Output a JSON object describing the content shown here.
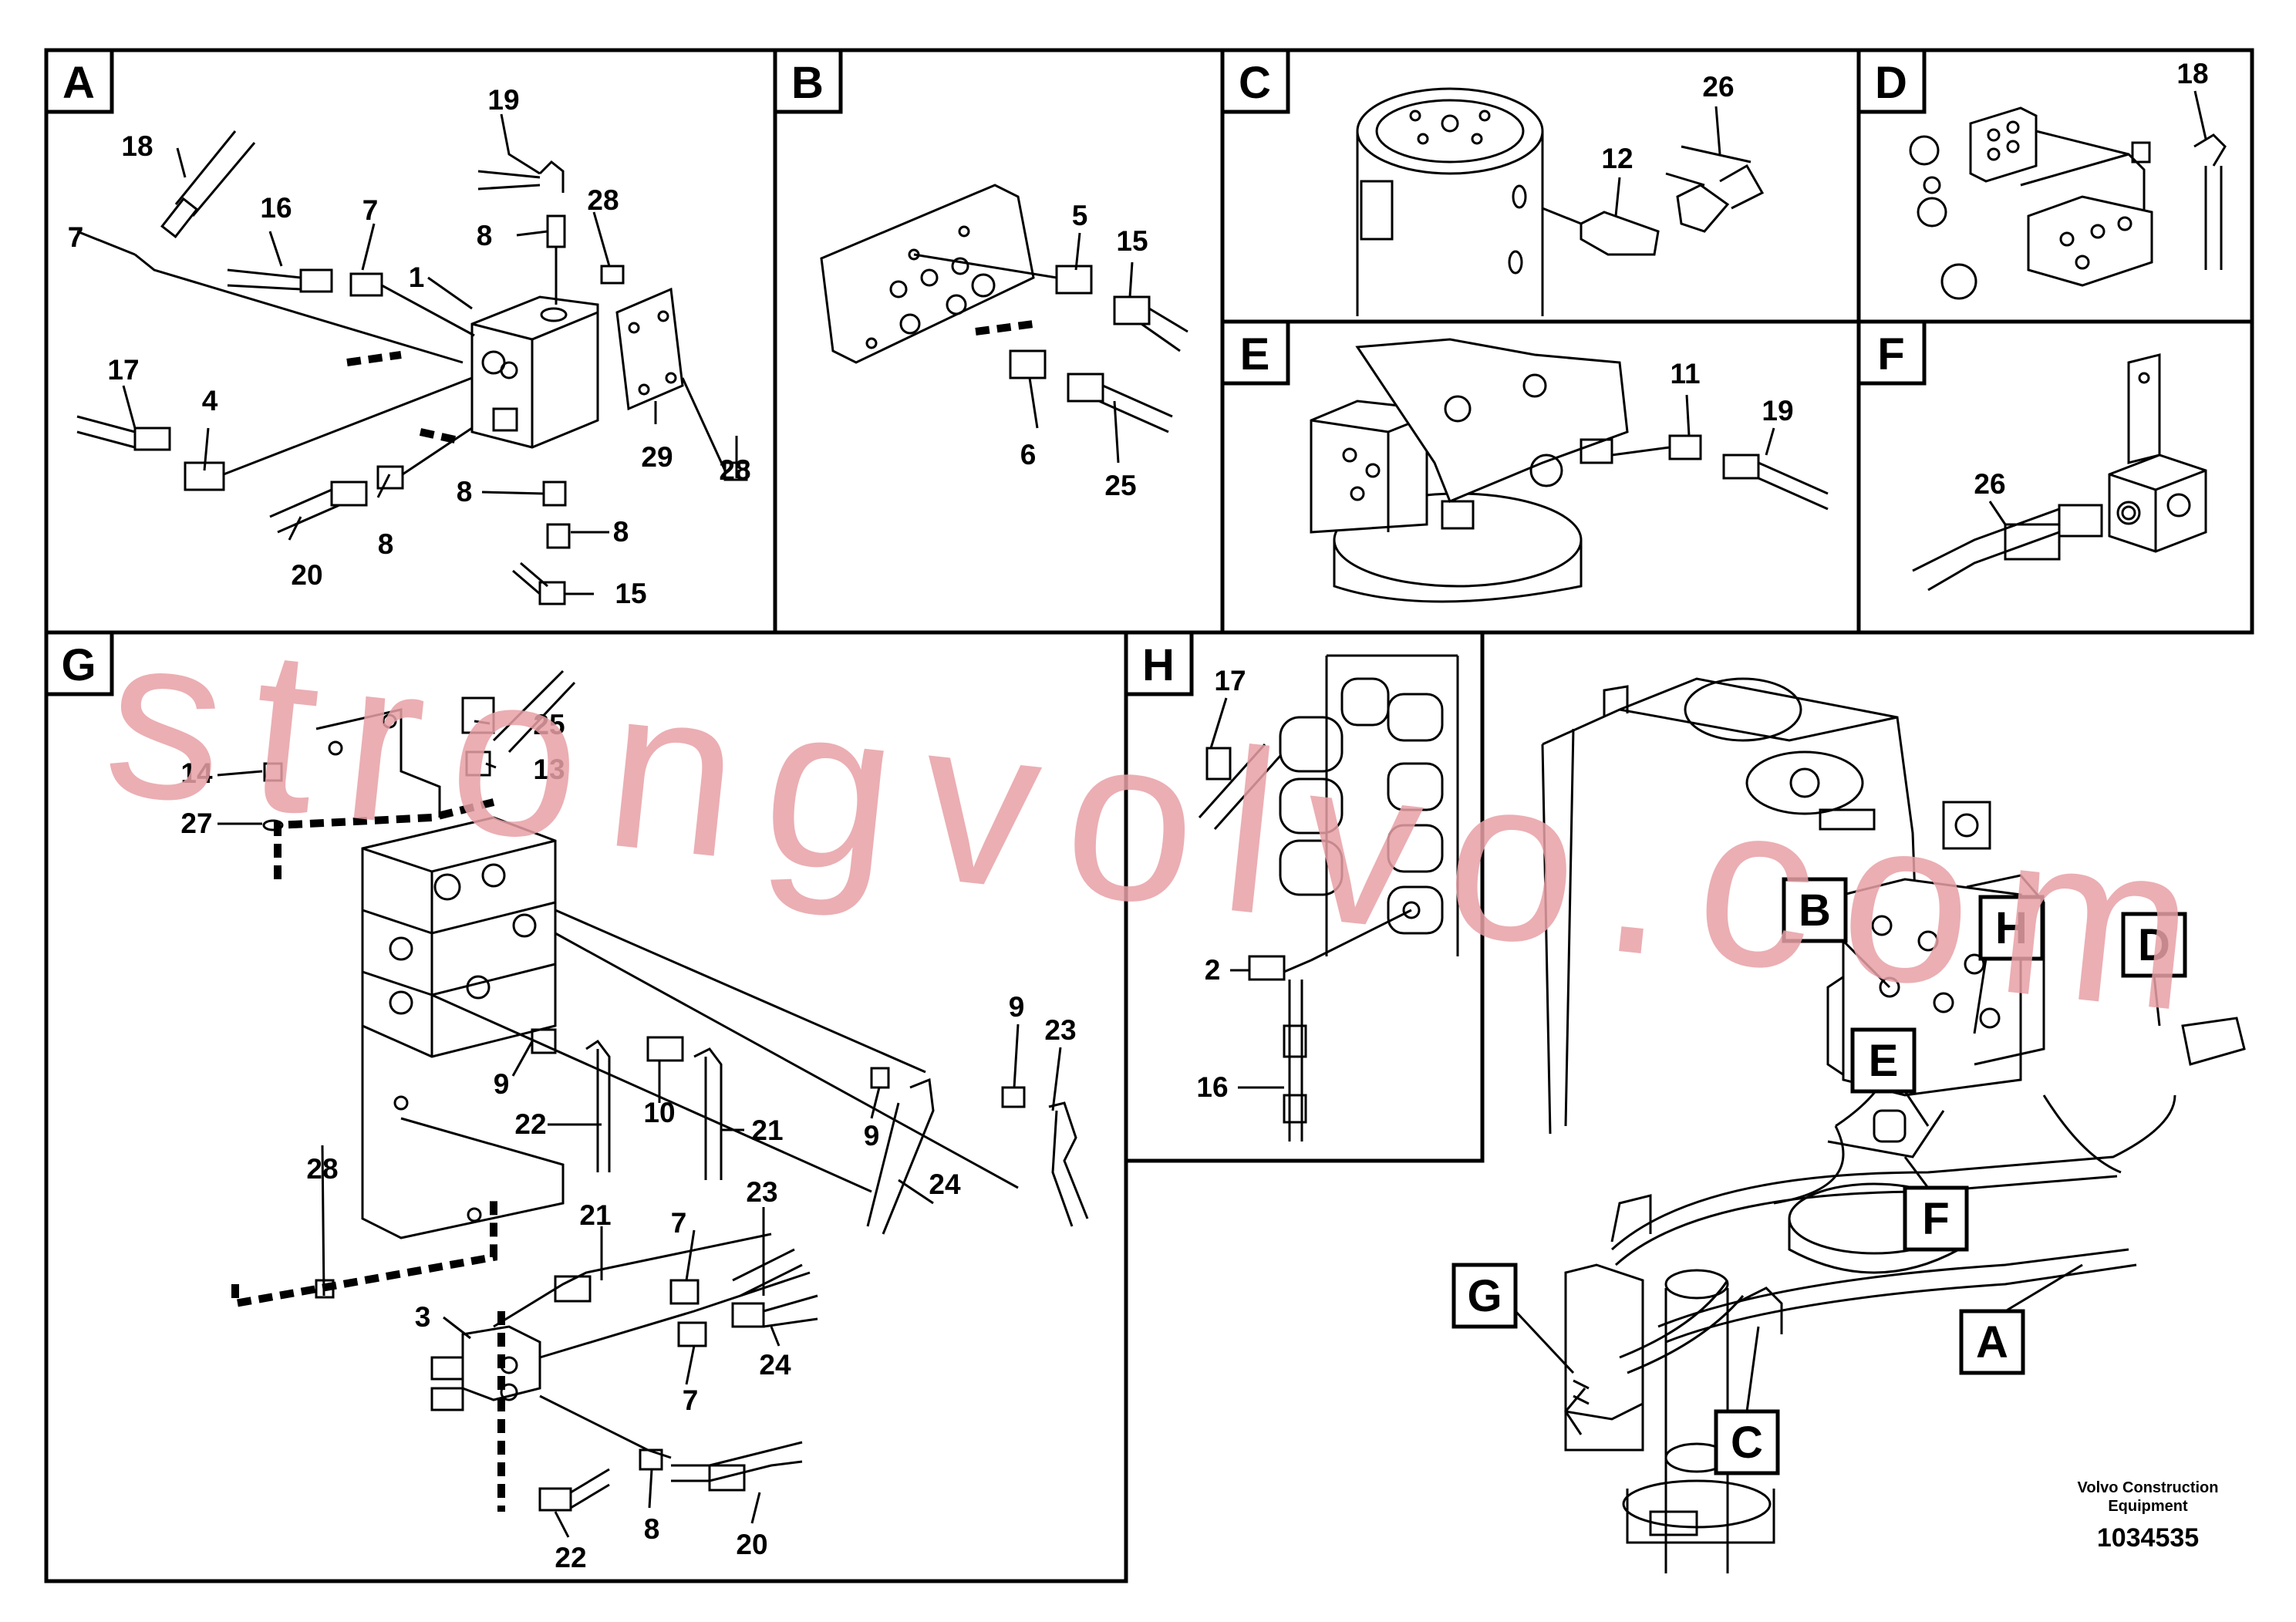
{
  "watermark": "strongvolvo.com",
  "footer": {
    "company_line1": "Volvo Construction",
    "company_line2": "Equipment",
    "drawing_number": "1034535"
  },
  "panels": {
    "A": {
      "letter": "A",
      "labels": [
        "19",
        "18",
        "16",
        "7",
        "7",
        "28",
        "8",
        "1",
        "17",
        "4",
        "29",
        "28",
        "8",
        "8",
        "20",
        "8",
        "15"
      ]
    },
    "B": {
      "letter": "B",
      "labels": [
        "5",
        "15",
        "6",
        "25"
      ]
    },
    "C": {
      "letter": "C",
      "labels": [
        "26",
        "12"
      ]
    },
    "D": {
      "letter": "D",
      "labels": [
        "18"
      ]
    },
    "E": {
      "letter": "E",
      "labels": [
        "11",
        "19"
      ]
    },
    "F": {
      "letter": "F",
      "labels": [
        "26"
      ]
    },
    "G": {
      "letter": "G",
      "labels": [
        "25",
        "14",
        "13",
        "27",
        "9",
        "23",
        "9",
        "10",
        "22",
        "21",
        "28",
        "9",
        "24",
        "21",
        "23",
        "7",
        "3",
        "24",
        "7",
        "8",
        "20",
        "22"
      ]
    },
    "H": {
      "letter": "H",
      "labels": [
        "17",
        "2",
        "16"
      ]
    }
  },
  "overview_callouts": [
    "B",
    "H",
    "D",
    "E",
    "F",
    "G",
    "A",
    "C"
  ],
  "colors": {
    "line": "#000000",
    "watermark": "#e8a0a6",
    "background": "#ffffff"
  }
}
